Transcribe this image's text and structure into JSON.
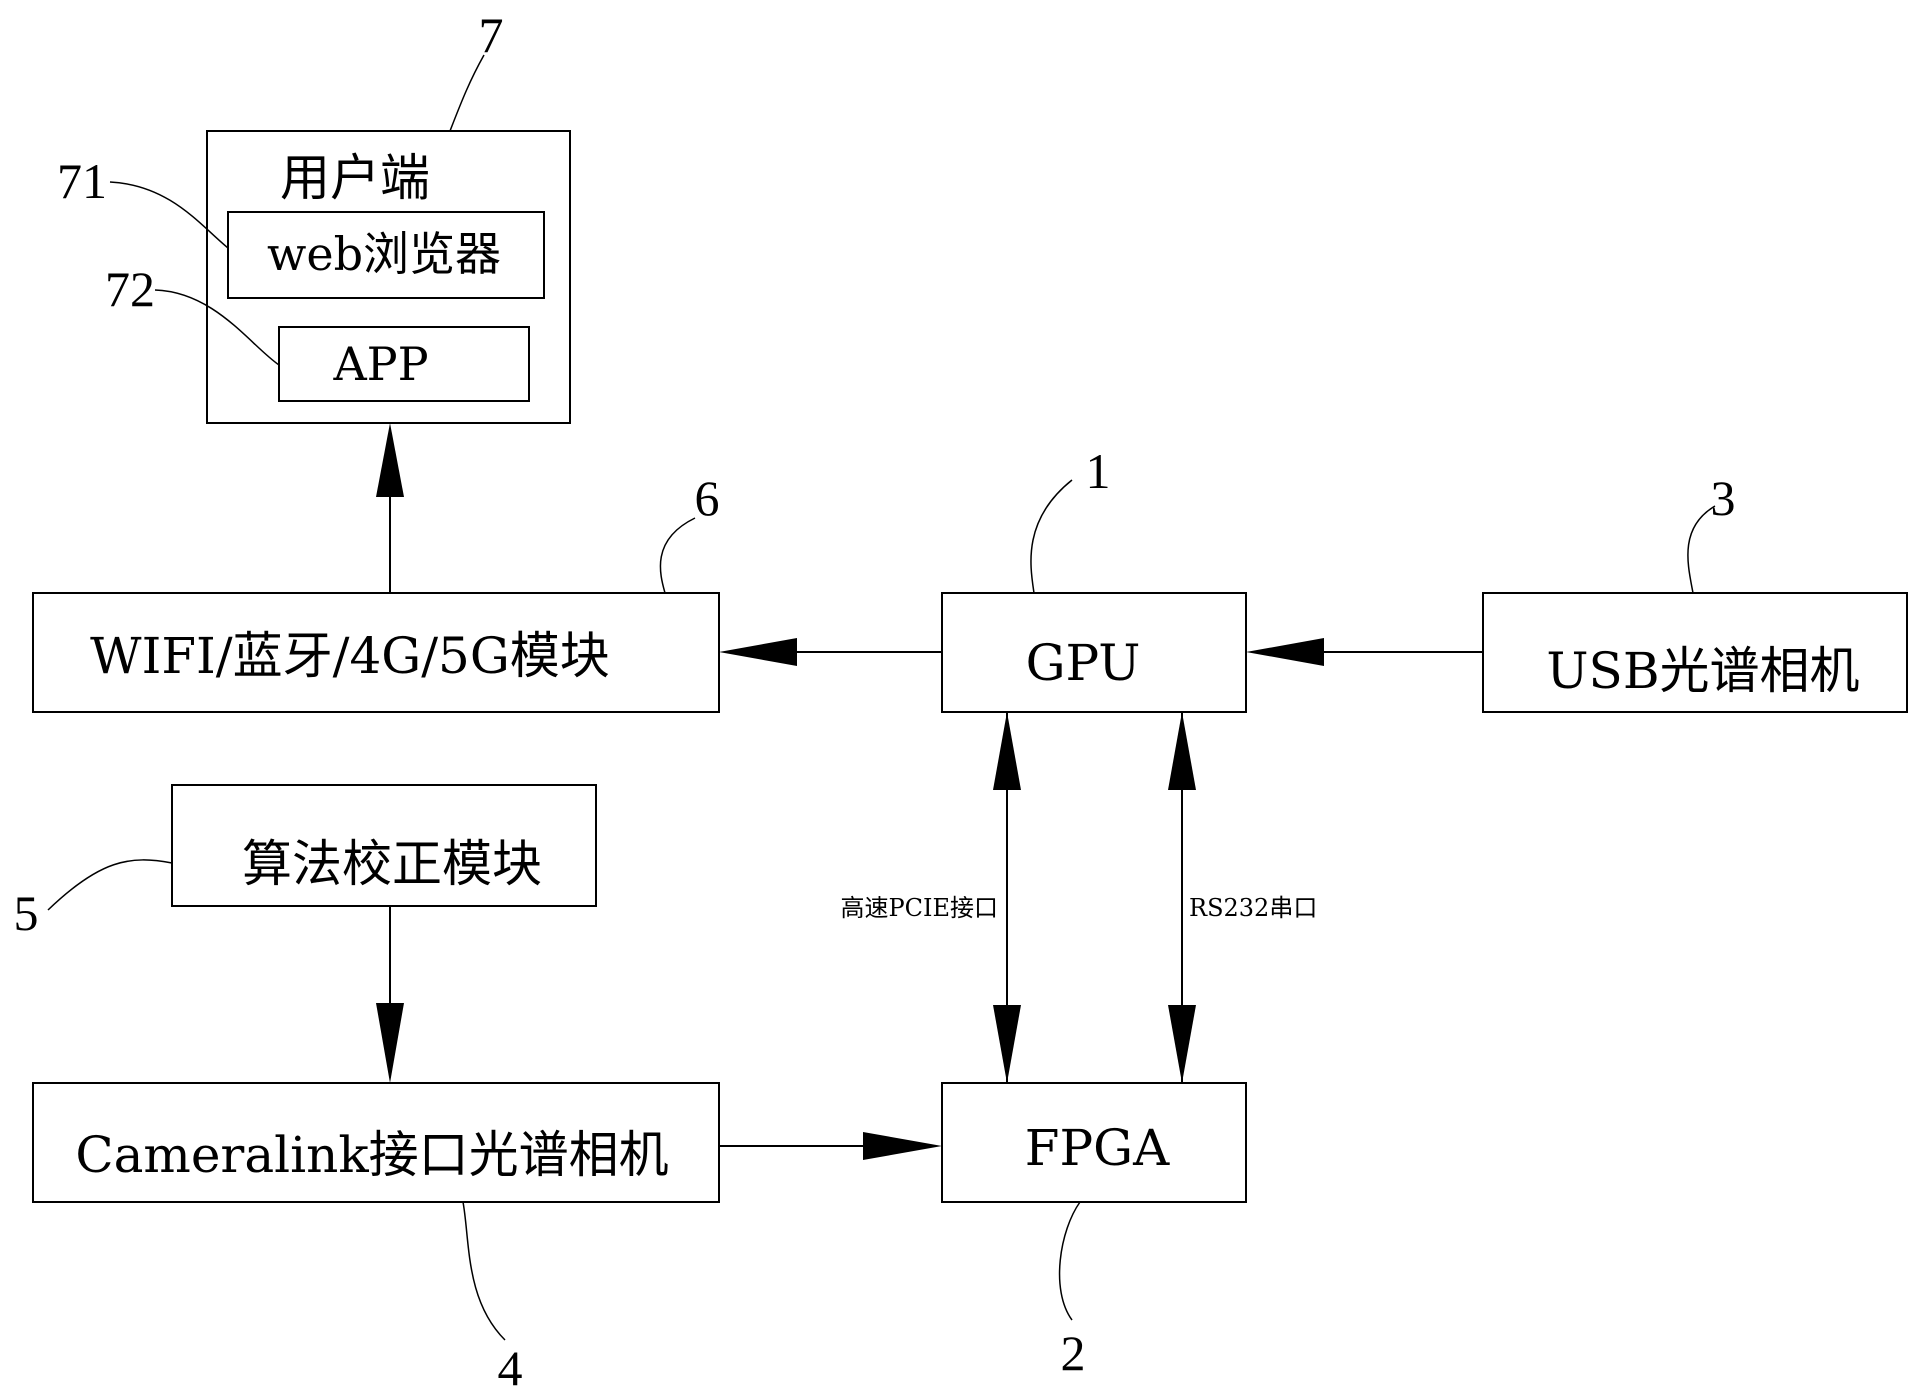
{
  "nodes": {
    "user_terminal": {
      "label": "用户端",
      "ref": "7"
    },
    "web_browser": {
      "label": "web浏览器",
      "ref": "71"
    },
    "app": {
      "label": "APP",
      "ref": "72"
    },
    "wireless_module": {
      "label": "WIFI/蓝牙/4G/5G模块",
      "ref": "6"
    },
    "gpu": {
      "label": "GPU",
      "ref": "1"
    },
    "usb_camera": {
      "label": "USB光谱相机",
      "ref": "3"
    },
    "algorithm_module": {
      "label": "算法校正模块",
      "ref": "5"
    },
    "cameralink_camera": {
      "label": "Cameralink接口光谱相机",
      "ref": "4"
    },
    "fpga": {
      "label": "FPGA",
      "ref": "2"
    }
  },
  "links": {
    "pcie": "高速PCIE接口",
    "rs232": "RS232串口"
  }
}
